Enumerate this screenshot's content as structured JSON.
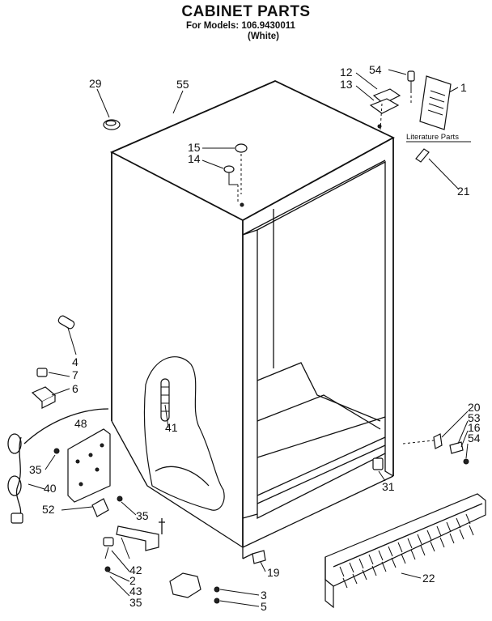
{
  "header": {
    "title": "CABINET PARTS",
    "models_line": "For Models: 106.9430011",
    "color_line": "(White)"
  },
  "literature_label": "Literature Parts",
  "callouts": {
    "c1": "1",
    "c2": "2",
    "c3": "3",
    "c4": "4",
    "c5": "5",
    "c6": "6",
    "c7": "7",
    "c12": "12",
    "c13": "13",
    "c14": "14",
    "c15": "15",
    "c16": "16",
    "c19": "19",
    "c20": "20",
    "c21": "21",
    "c22": "22",
    "c29": "29",
    "c31": "31",
    "c35a": "35",
    "c35b": "35",
    "c35c": "35",
    "c40": "40",
    "c41": "41",
    "c42": "42",
    "c43": "43",
    "c48": "48",
    "c52": "52",
    "c53": "53",
    "c54a": "54",
    "c54b": "54",
    "c55": "55"
  }
}
